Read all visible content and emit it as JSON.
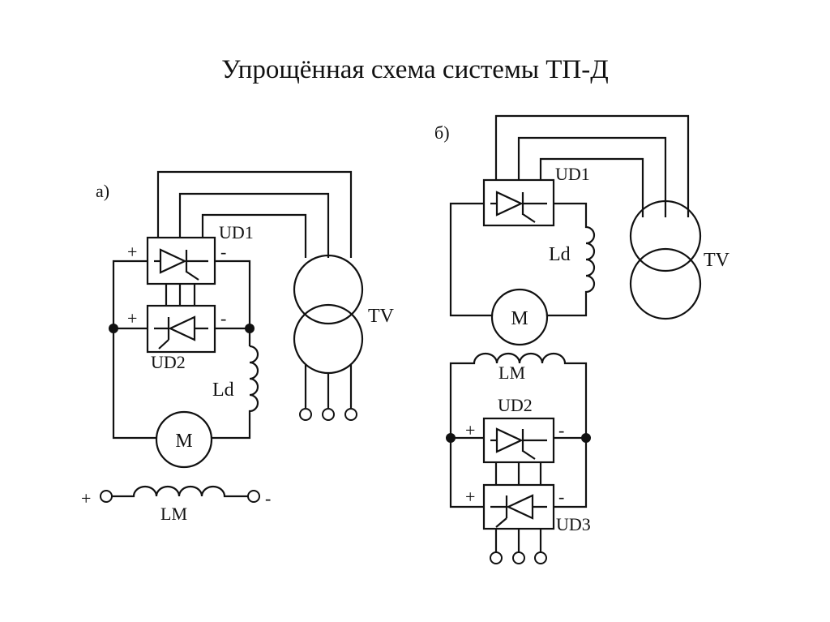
{
  "title": "Упрощённая схема системы ТП-Д",
  "diagram_a": {
    "label": "а)",
    "ud1": "UD1",
    "ud2": "UD2",
    "ld": "Ld",
    "motor": "M",
    "tv": "TV",
    "lm": "LM",
    "plus": "+",
    "minus": "-"
  },
  "diagram_b": {
    "label": "б)",
    "ud1": "UD1",
    "ud2": "UD2",
    "ud3": "UD3",
    "ld": "Ld",
    "motor": "M",
    "tv": "TV",
    "lm": "LM",
    "plus": "+",
    "minus": "-"
  }
}
